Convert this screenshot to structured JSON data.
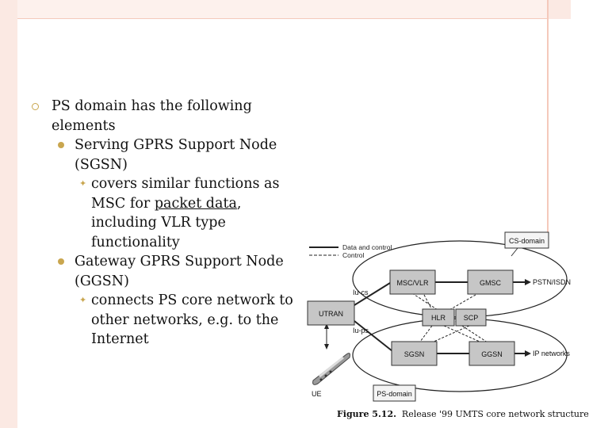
{
  "slide": {
    "bullets": [
      {
        "text": "PS domain has the following elements"
      },
      {
        "text": "Serving GPRS Support Node (SGSN)"
      },
      {
        "pre": "covers similar functions as MSC for ",
        "link": "packet data",
        "post": ", including VLR type functionality"
      },
      {
        "text": "Gateway GPRS Support Node (GGSN)"
      },
      {
        "text": "connects PS core network to other networks, e.g. to the Internet"
      }
    ]
  },
  "diagram": {
    "legend": {
      "data_and_control": "Data and control",
      "control": "Control"
    },
    "domains": {
      "cs": "CS-domain",
      "ps": "PS-domain"
    },
    "nodes": {
      "msc_vlr": "MSC/VLR",
      "gmsc": "GMSC",
      "hlr": "HLR",
      "scp": "SCP",
      "sgsn": "SGSN",
      "ggsn": "GGSN",
      "utran": "UTRAN",
      "ue": "UE"
    },
    "interfaces": {
      "iu_cs": "Iu-cs",
      "iu_ps": "Iu-ps"
    },
    "external": {
      "pstn": "PSTN/ISDN",
      "ip": "IP networks"
    },
    "caption_label": "Figure 5.12.",
    "caption_text": "Release '99 UMTS core network structure"
  }
}
